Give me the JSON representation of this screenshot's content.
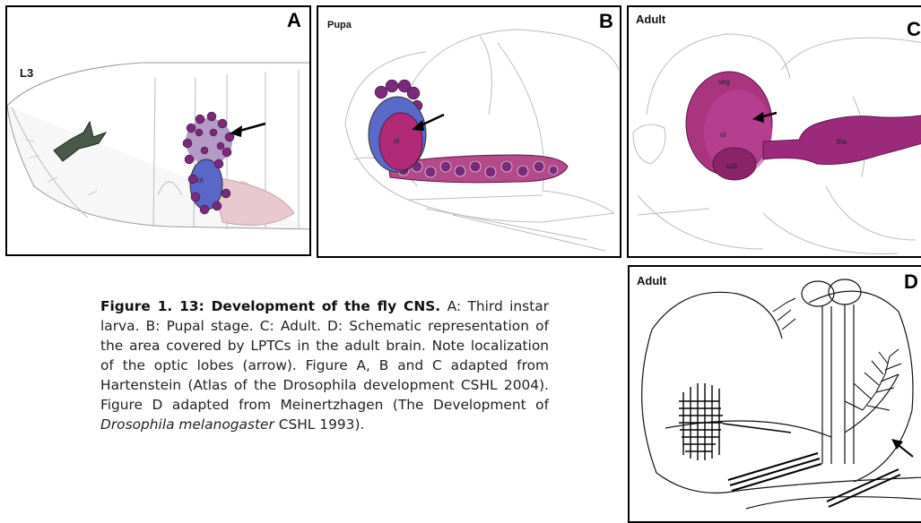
{
  "panels": {
    "A": {
      "letter": "A",
      "stage": "L3",
      "labels": {
        "ol": "ol"
      }
    },
    "B": {
      "letter": "B",
      "stage": "Pupa",
      "labels": {
        "ol": "ol"
      }
    },
    "C": {
      "letter": "C",
      "stage": "Adult",
      "labels": {
        "seg": "seg",
        "ol": "ol",
        "sub": "sub",
        "tha": "tha"
      }
    },
    "D": {
      "letter": "D",
      "stage": "Adult"
    }
  },
  "caption": {
    "bold": "Figure 1. 13: Development of the fly CNS.",
    "part1": " A: Third instar larva. B: Pupal stage. C: Adult. D: Schematic representation of the area covered by LPTCs in the adult brain. Note localization of the optic lobes (arrow). Figure A, B and C adapted from Hartenstein (Atlas of the Drosophila development CSHL 2004). Figure D adapted from Meinertzhagen (The Development of ",
    "italic": "Drosophila melanogaster",
    "part2": " CSHL 1993)."
  },
  "colors": {
    "magenta": "#a0287a",
    "blue": "#4a5ab8",
    "pink": "#c98ab8",
    "purple": "#6a2a6a"
  }
}
